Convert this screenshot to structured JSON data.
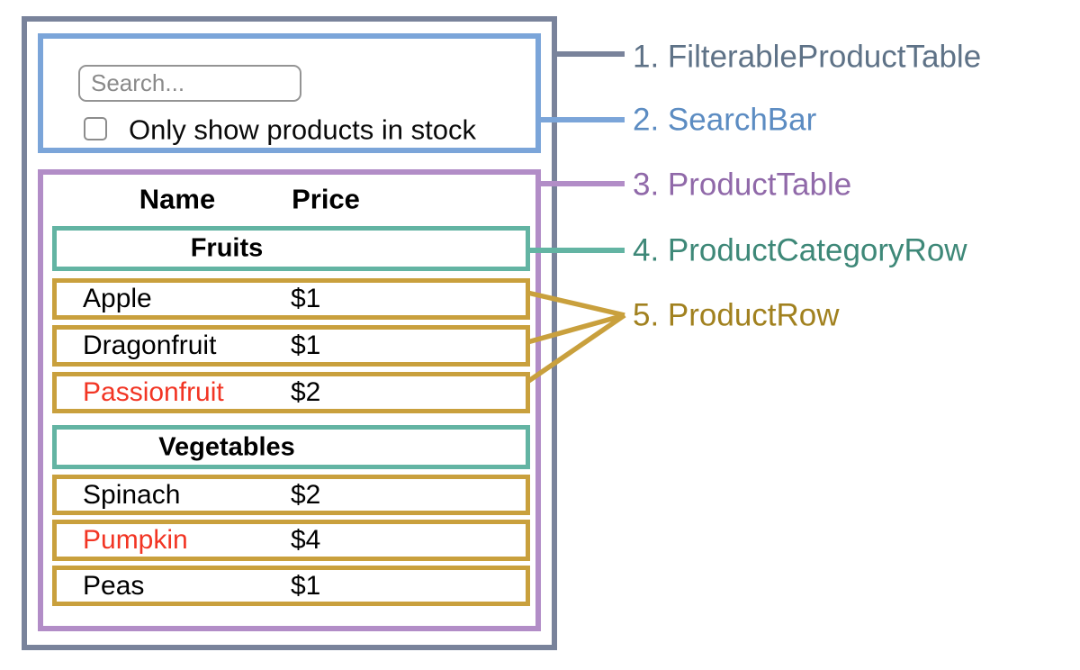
{
  "search_bar": {
    "placeholder": "Search...",
    "checkbox_label": "Only show products in stock",
    "checkbox_checked": false
  },
  "product_table": {
    "header": {
      "name": "Name",
      "price": "Price"
    },
    "sections": [
      {
        "category": "Fruits",
        "products": [
          {
            "name": "Apple",
            "price": "$1",
            "out_of_stock": false
          },
          {
            "name": "Dragonfruit",
            "price": "$1",
            "out_of_stock": false
          },
          {
            "name": "Passionfruit",
            "price": "$2",
            "out_of_stock": true
          }
        ]
      },
      {
        "category": "Vegetables",
        "products": [
          {
            "name": "Spinach",
            "price": "$2",
            "out_of_stock": false
          },
          {
            "name": "Pumpkin",
            "price": "$4",
            "out_of_stock": true
          },
          {
            "name": "Peas",
            "price": "$1",
            "out_of_stock": false
          }
        ]
      }
    ]
  },
  "legend": {
    "items": [
      {
        "label": "1. FilterableProductTable",
        "color": "#5E7287"
      },
      {
        "label": "2. SearchBar",
        "color": "#5C8CC2"
      },
      {
        "label": "3. ProductTable",
        "color": "#9069A9"
      },
      {
        "label": "4. ProductCategoryRow",
        "color": "#3E8878"
      },
      {
        "label": "5. ProductRow",
        "color": "#A1811F"
      }
    ]
  },
  "colors": {
    "container_border": "#79839B",
    "search_bar_border": "#7BA5D9",
    "product_table_border": "#B28DC7",
    "category_row_border": "#63B4A3",
    "product_row_border": "#C9A03D",
    "out_of_stock_text": "#F23524"
  }
}
